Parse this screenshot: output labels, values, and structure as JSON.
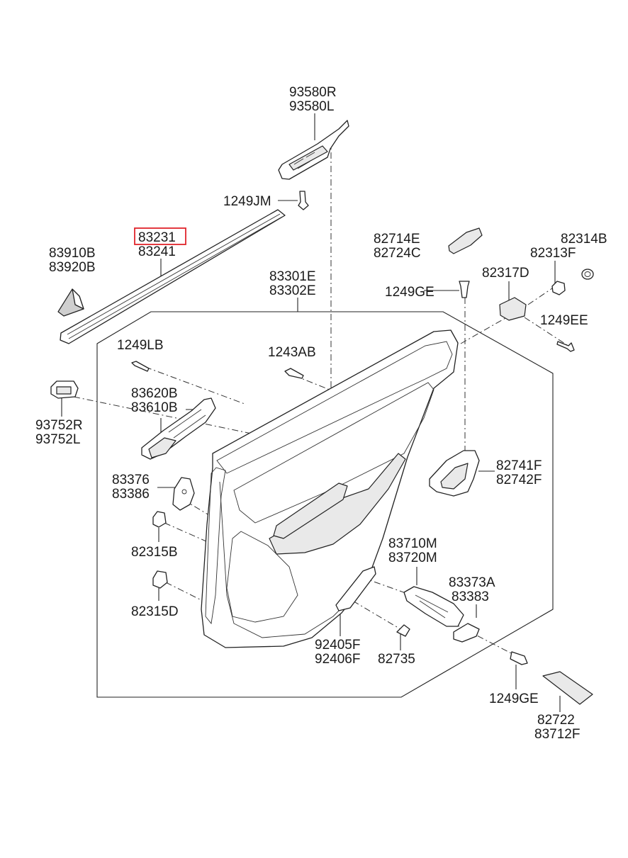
{
  "colors": {
    "highlight": "#e0252b",
    "line": "#222222"
  },
  "labels": {
    "p93580R": "93580R",
    "p93580L": "93580L",
    "p1249JM": "1249JM",
    "p83231": "83231",
    "p83241": "83241",
    "p83910B": "83910B",
    "p83920B": "83920B",
    "p83301E": "83301E",
    "p83302E": "83302E",
    "p82714E": "82714E",
    "p82724C": "82724C",
    "p82314B": "82314B",
    "p82313F": "82313F",
    "p82317D": "82317D",
    "p1249GE_a": "1249GE",
    "p1249EE": "1249EE",
    "p1249LB": "1249LB",
    "p1243AB": "1243AB",
    "p83620B": "83620B",
    "p83610B": "83610B",
    "p93752R": "93752R",
    "p93752L": "93752L",
    "p82741F": "82741F",
    "p82742F": "82742F",
    "p83376": "83376",
    "p83386": "83386",
    "p82315B": "82315B",
    "p82315D": "82315D",
    "p83710M": "83710M",
    "p83720M": "83720M",
    "p83373A": "83373A",
    "p83383": "83383",
    "p92405F": "92405F",
    "p92406F": "92406F",
    "p82735": "82735",
    "p1249GE_b": "1249GE",
    "p82722": "82722",
    "p83712F": "83712F"
  }
}
